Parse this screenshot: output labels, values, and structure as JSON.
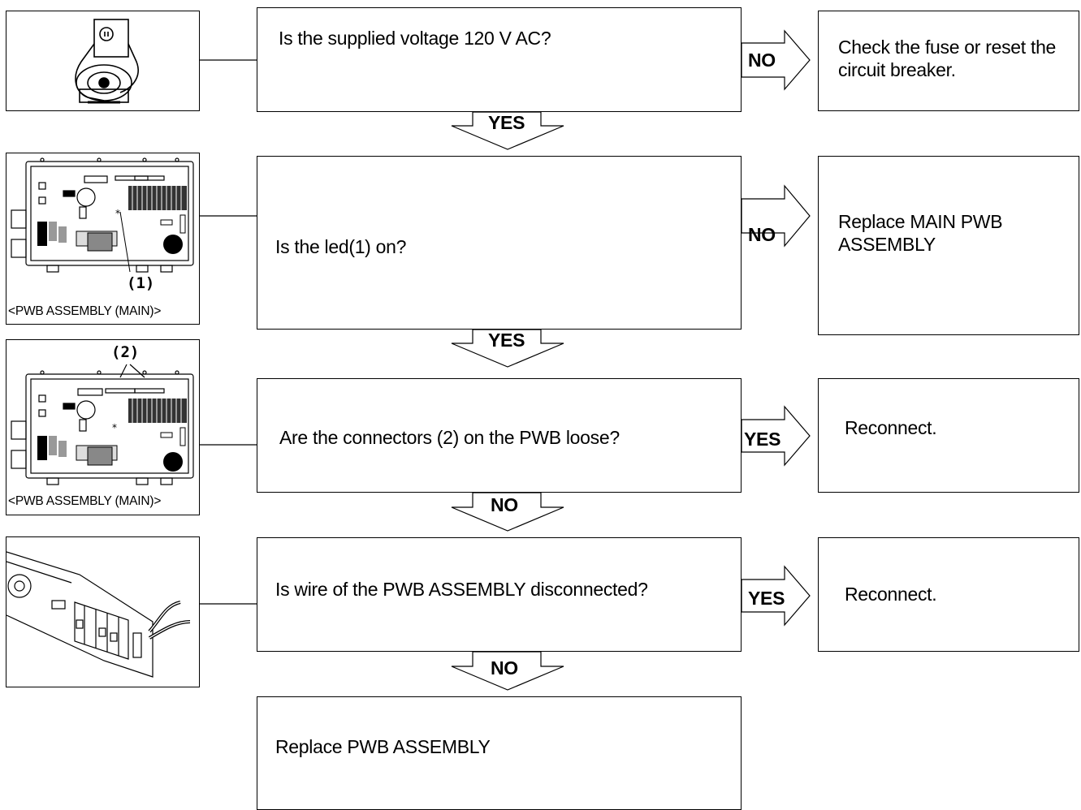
{
  "steps": [
    {
      "question": "Is the supplied voltage 120 V AC?",
      "branch_label": "NO",
      "action": "Check the fuse or reset the circuit breaker.",
      "next_label": "YES"
    },
    {
      "question": "Is the led(1) on?",
      "branch_label": "NO",
      "action": "Replace MAIN PWB ASSEMBLY",
      "next_label": "YES",
      "image_caption": "<PWB ASSEMBLY (MAIN)>",
      "callout": "(1)"
    },
    {
      "question": "Are the connectors (2) on the PWB loose?",
      "branch_label": "YES",
      "action": "Reconnect.",
      "next_label": "NO",
      "image_caption": "<PWB ASSEMBLY (MAIN)>",
      "callout": "(2)"
    },
    {
      "question": "Is wire of the PWB ASSEMBLY disconnected?",
      "branch_label": "YES",
      "action": "Reconnect.",
      "next_label": "NO"
    }
  ],
  "final": {
    "text": "Replace PWB ASSEMBLY"
  }
}
